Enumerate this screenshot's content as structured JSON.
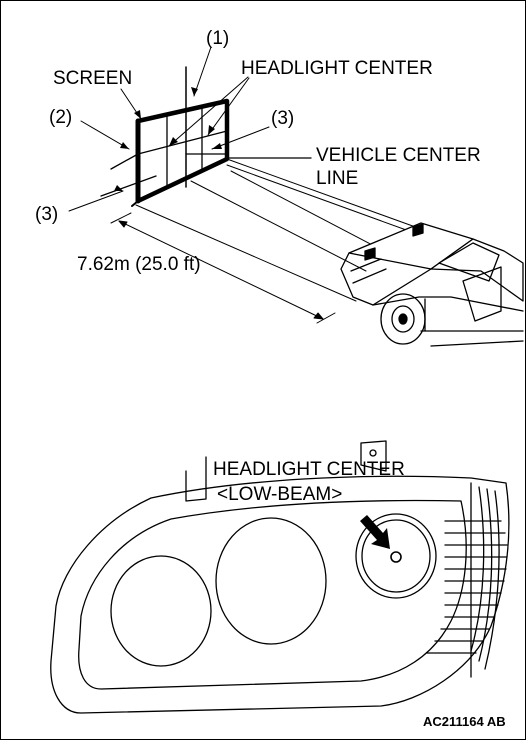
{
  "labels": {
    "num_1": "(1)",
    "screen": "SCREEN",
    "headlight_center": "HEADLIGHT CENTER",
    "num_2": "(2)",
    "num_3_right": "(3)",
    "vehicle_center_line_1": "VEHICLE CENTER",
    "vehicle_center_line_2": "LINE",
    "num_3_left": "(3)",
    "distance": "7.62m (25.0 ft)",
    "headlight_center_lower": "HEADLIGHT CENTER",
    "low_beam": "<LOW-BEAM>",
    "figure_id": "AC211164 AB"
  },
  "colors": {
    "line": "#000000",
    "background": "#ffffff"
  }
}
